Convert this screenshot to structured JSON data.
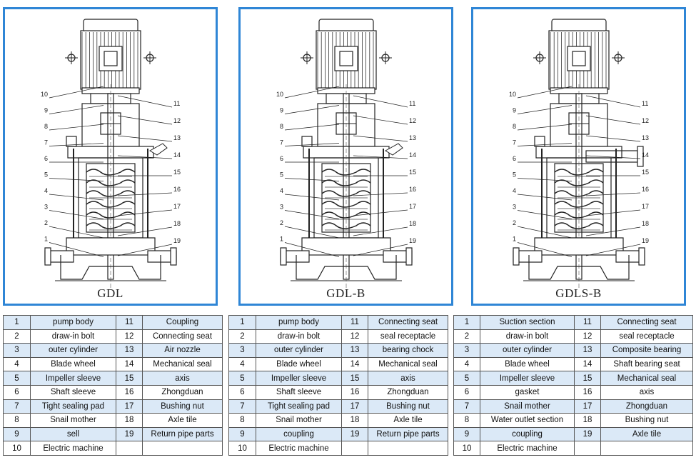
{
  "panels": [
    {
      "caption": "GDL",
      "left_callouts": [
        "10",
        "9",
        "8",
        "7",
        "6",
        "5",
        "4",
        "3",
        "2",
        "1"
      ],
      "right_callouts": [
        "11",
        "12",
        "13",
        "14",
        "15",
        "16",
        "17",
        "18",
        "19"
      ]
    },
    {
      "caption": "GDL-B",
      "left_callouts": [
        "10",
        "9",
        "8",
        "7",
        "6",
        "5",
        "4",
        "3",
        "2",
        "1"
      ],
      "right_callouts": [
        "11",
        "12",
        "13",
        "14",
        "15",
        "16",
        "17",
        "18",
        "19"
      ]
    },
    {
      "caption": "GDLS-B",
      "left_callouts": [
        "10",
        "9",
        "8",
        "7",
        "6",
        "5",
        "4",
        "3",
        "2",
        "1"
      ],
      "right_callouts": [
        "11",
        "12",
        "13",
        "14",
        "15",
        "16",
        "17",
        "18",
        "19"
      ]
    }
  ],
  "tables": [
    {
      "rows": [
        [
          "1",
          "pump body",
          "11",
          "Coupling"
        ],
        [
          "2",
          "draw-in bolt",
          "12",
          "Connecting seat"
        ],
        [
          "3",
          "outer cylinder",
          "13",
          "Air nozzle"
        ],
        [
          "4",
          "Blade wheel",
          "14",
          "Mechanical seal"
        ],
        [
          "5",
          "Impeller sleeve",
          "15",
          "axis"
        ],
        [
          "6",
          "Shaft sleeve",
          "16",
          "Zhongduan"
        ],
        [
          "7",
          "Tight sealing pad",
          "17",
          "Bushing nut"
        ],
        [
          "8",
          "Snail mother",
          "18",
          "Axle tile"
        ],
        [
          "9",
          "sell",
          "19",
          "Return pipe parts"
        ],
        [
          "10",
          "Electric machine",
          "",
          ""
        ]
      ]
    },
    {
      "rows": [
        [
          "1",
          "pump body",
          "11",
          "Connecting seat"
        ],
        [
          "2",
          "draw-in bolt",
          "12",
          "seal receptacle"
        ],
        [
          "3",
          "outer cylinder",
          "13",
          "bearing chock"
        ],
        [
          "4",
          "Blade wheel",
          "14",
          "Mechanical seal"
        ],
        [
          "5",
          "Impeller sleeve",
          "15",
          "axis"
        ],
        [
          "6",
          "Shaft sleeve",
          "16",
          "Zhongduan"
        ],
        [
          "7",
          "Tight sealing pad",
          "17",
          "Bushing nut"
        ],
        [
          "8",
          "Snail mother",
          "18",
          "Axle tile"
        ],
        [
          "9",
          "coupling",
          "19",
          "Return pipe parts"
        ],
        [
          "10",
          "Electric machine",
          "",
          ""
        ]
      ]
    },
    {
      "rows": [
        [
          "1",
          "Suction section",
          "11",
          "Connecting seat"
        ],
        [
          "2",
          "draw-in bolt",
          "12",
          "seal receptacle"
        ],
        [
          "3",
          "outer cylinder",
          "13",
          "Composite bearing"
        ],
        [
          "4",
          "Blade wheel",
          "14",
          "Shaft bearing seat"
        ],
        [
          "5",
          "Impeller sleeve",
          "15",
          "Mechanical seal"
        ],
        [
          "6",
          "gasket",
          "16",
          "axis"
        ],
        [
          "7",
          "Snail mother",
          "17",
          "Zhongduan"
        ],
        [
          "8",
          "Water outlet section",
          "18",
          "Bushing nut"
        ],
        [
          "9",
          "coupling",
          "19",
          "Axle tile"
        ],
        [
          "10",
          "Electric machine",
          "",
          ""
        ]
      ]
    }
  ],
  "colors": {
    "panel_border": "#2f86d6",
    "row_shade": "#dbe9f7",
    "line": "#222222"
  }
}
